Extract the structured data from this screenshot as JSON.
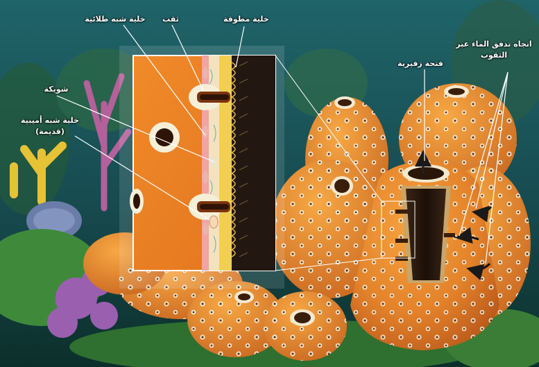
{
  "labels": {
    "choanocyte": "خلية مطوقة",
    "porocyte": "ثقب",
    "pinacocyte": "خلية شبه طلائية",
    "spicule": "شويكة",
    "amoebocyte_line1": "خلية شبه أميبية",
    "amoebocyte_line2": "(قديمة)",
    "osculum": "فتحة زفيرية",
    "water_flow_line1": "اتجاه تدفق الماء عبر",
    "water_flow_line2": "الثقوب"
  },
  "colors": {
    "sponge_orange": "#e8862a",
    "pore_rim": "#f3ecd6",
    "interior_dark": "#2a1a10",
    "water_bg": "#1c5a60",
    "label_line": "#ffffff"
  }
}
